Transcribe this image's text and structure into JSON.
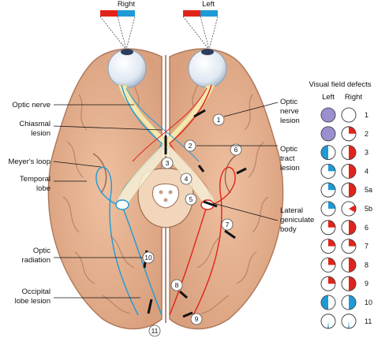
{
  "eye_labels": {
    "right": "Right",
    "left": "Left"
  },
  "left_labels": {
    "optic_nerve": "Optic nerve",
    "chiasmal_lesion_1": "Chiasmal",
    "chiasmal_lesion_2": "lesion",
    "meyers_loop": "Meyer's loop",
    "temporal_lobe_1": "Temporal",
    "temporal_lobe_2": "lobe",
    "optic_radiation_1": "Optic",
    "optic_radiation_2": "radiation",
    "occipital_lesion_1": "Occipital",
    "occipital_lesion_2": "lobe lesion"
  },
  "right_labels": {
    "optic_nerve_lesion_1": "Optic",
    "optic_nerve_lesion_2": "nerve",
    "optic_nerve_lesion_3": "lesion",
    "optic_tract_lesion_1": "Optic",
    "optic_tract_lesion_2": "tract",
    "optic_tract_lesion_3": "lesion",
    "lgb_1": "Lateral",
    "lgb_2": "geniculate",
    "lgb_3": "body"
  },
  "markers": [
    "1",
    "2",
    "3",
    "4",
    "5",
    "6",
    "7",
    "8",
    "9",
    "10",
    "11"
  ],
  "defects_panel": {
    "title": "Visual field defects",
    "col_left": "Left",
    "col_right": "Right",
    "rows": [
      "1",
      "2",
      "3",
      "4",
      "5a",
      "5b",
      "6",
      "7",
      "8",
      "9",
      "10",
      "11"
    ]
  },
  "colors": {
    "red": "#e2231a",
    "blue": "#1e9ad6",
    "brain": "#e6b393",
    "brain_dark": "#b07a5c",
    "nerve": "#f4e7b0",
    "lavender": "#9b8fd0"
  }
}
